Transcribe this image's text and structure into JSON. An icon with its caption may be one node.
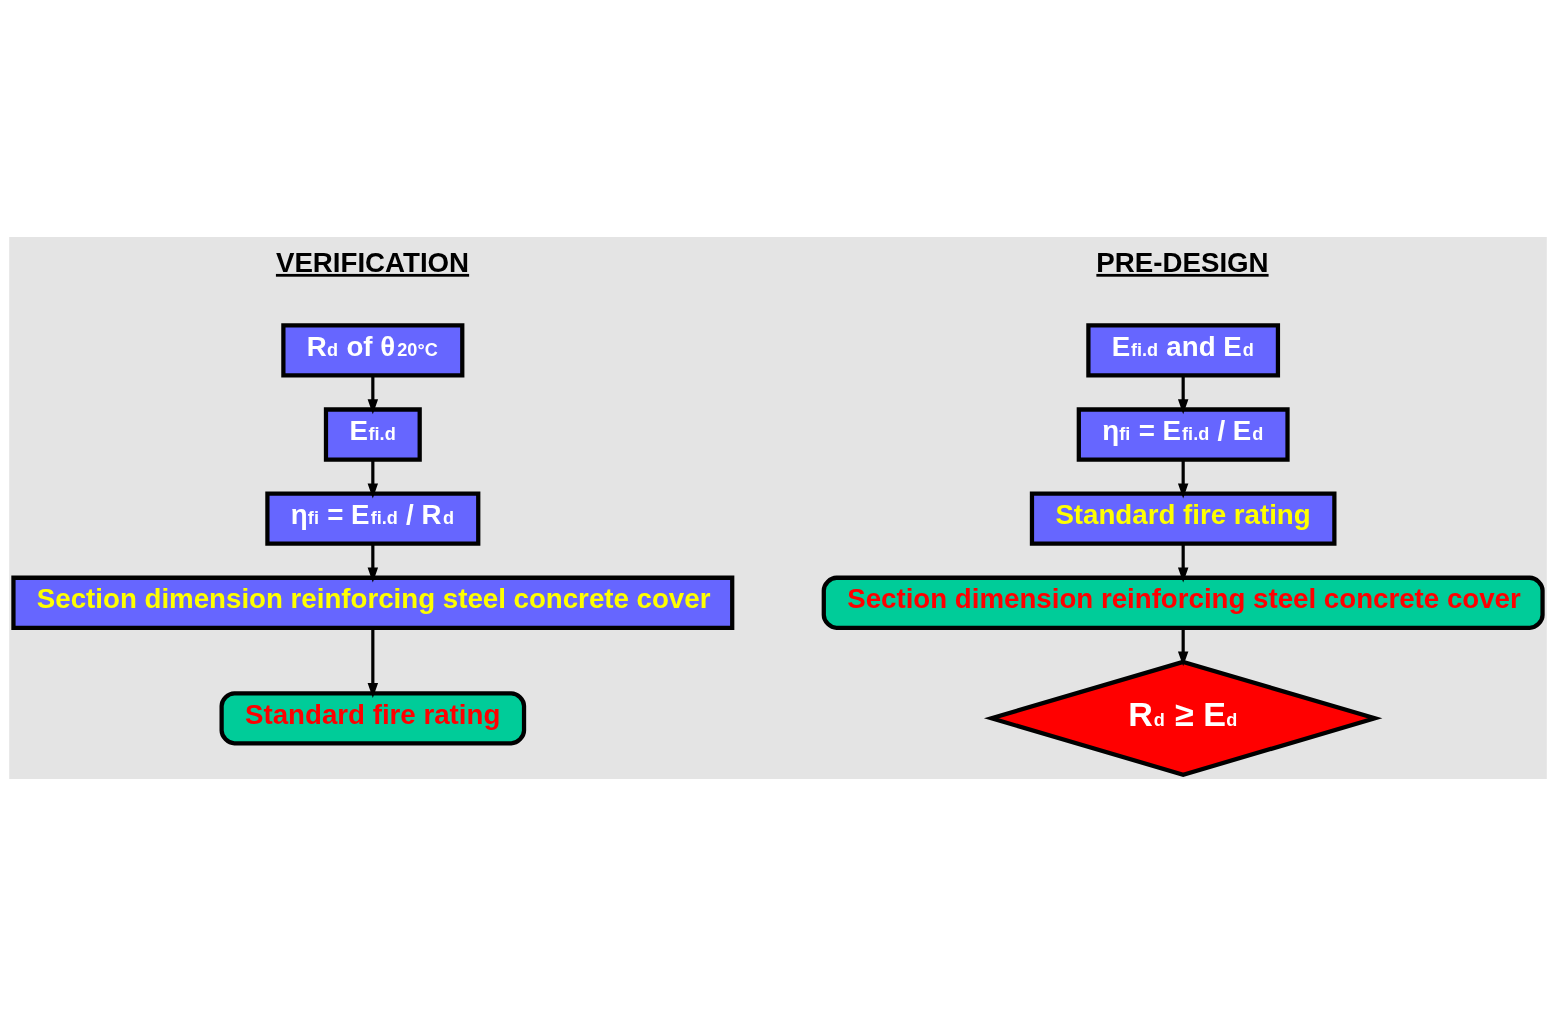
{
  "diagram": {
    "nodes": [
      {
        "text": [
          "R$_{d}$ of θ$_{20°C}$"
        ]
      },
      {
        "text": [
          "E$_{fi.d}$"
        ]
      },
      {
        "text": [
          "η$_{fi}$ = E$_{fi.d}$ / R$_{d}$"
        ]
      },
      {
        "text": [
          "Section dimension reinforcing steel concrete cover"
        ]
      },
      {
        "text": [
          "Standard fire rating"
        ]
      },
      {
        "text": [
          "E$_{fi.d}$ and E$_{d}$"
        ]
      },
      {
        "text": [
          "η$_{fi}$ = E$_{fi.d}$ / E$_{d}$"
        ]
      },
      {
        "text": [
          "Standard fire rating"
        ]
      },
      {
        "text": [
          "Section dimension reinforcing steel concrete cover"
        ]
      },
      {
        "text": [
          "R$_{d}$ ≥ E$_{d}$"
        ]
      }
    ],
    "edges": [
      {
        "from": 0,
        "to": 1,
        "arrow": "to"
      },
      {
        "from": 1,
        "to": 2,
        "arrow": "to"
      },
      {
        "from": 2,
        "to": 3,
        "arrow": "to"
      },
      {
        "from": 3,
        "to": 4,
        "arrow": "to"
      },
      {
        "from": 5,
        "to": 6,
        "arrow": "to"
      },
      {
        "from": 6,
        "to": 7,
        "arrow": "to"
      },
      {
        "from": 7,
        "to": 8,
        "arrow": "to"
      },
      {
        "from": 8,
        "to": 9,
        "arrow": "to"
      }
    ],
    "labels": [
      "VERIFICATION",
      "PRE-DESIGN"
    ]
  }
}
